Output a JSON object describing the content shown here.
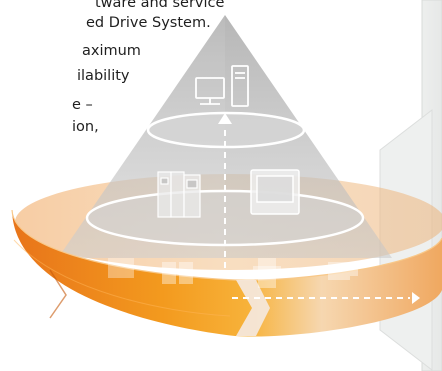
{
  "intro_text": {
    "lines": [
      "tware and service",
      "ed Drive System.",
      "aximum",
      "ilability",
      "e –",
      "ion,"
    ]
  },
  "colors": {
    "ring_orange": "#f39a1e",
    "ring_dark": "#e26a10",
    "pyramid": "#bfbfbf",
    "side_panel": "#eceeed",
    "arrow": "#ffffff"
  },
  "icons": {
    "top_level": "computer-workstation-icon",
    "middle_left": "controller-modules-icon",
    "middle_right": "operator-panel-icon",
    "bottom_left": "drive-unit-icon",
    "bottom_center": "drive-cabinet-icon",
    "bottom_right": "motor-icon",
    "bottom_far_right": "motor-icon"
  }
}
